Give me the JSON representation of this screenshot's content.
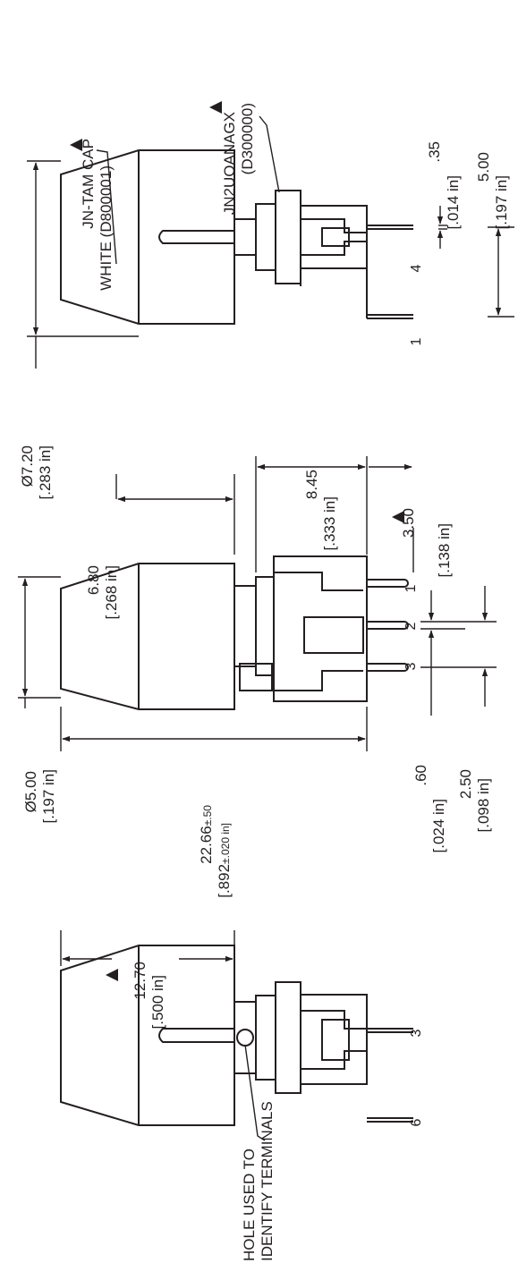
{
  "colors": {
    "ink": "#231f20",
    "background": "#ffffff"
  },
  "labels": {
    "cap_name": "JN-TAM CAP",
    "cap_color": "WHITE (D800001)",
    "switch_part": "JN2UOANAGX",
    "switch_code": "(D300000)",
    "hole_line1": "HOLE USED TO",
    "hole_line2": "IDENTIFY TERMINALS"
  },
  "dimensions": {
    "cap_diameter_mm": "Ø7.20",
    "cap_diameter_in": "[.283 in]",
    "top_diameter_mm": "Ø5.00",
    "top_diameter_in": "[.197 in]",
    "cap_length_mm": "6.80",
    "cap_length_in": "[.268 in]",
    "body_mm": "8.45",
    "body_in": "[.333 in]",
    "pin_length_mm": "3.50",
    "pin_length_in": "[.138 in]",
    "overall_mm": "22.66",
    "overall_mm_tol": "±.50",
    "overall_in": "[.892",
    "overall_in_tol": "±.020 in]",
    "pin_width_mm": ".60",
    "pin_width_in": "[.024 in]",
    "pitch_mm": "2.50",
    "pitch_in": "[.098 in]",
    "total_mm": "12.70",
    "total_in": "[.500 in]",
    "pin_thick_mm": ".35",
    "pin_thick_in": "[.014 in]",
    "row_mm": "5.00",
    "row_in": "[.197 in]"
  },
  "terminals": {
    "right_view": [
      "1",
      "4"
    ],
    "middle_view": [
      "1",
      "2",
      "3"
    ],
    "left_view": [
      "6",
      "3"
    ]
  }
}
